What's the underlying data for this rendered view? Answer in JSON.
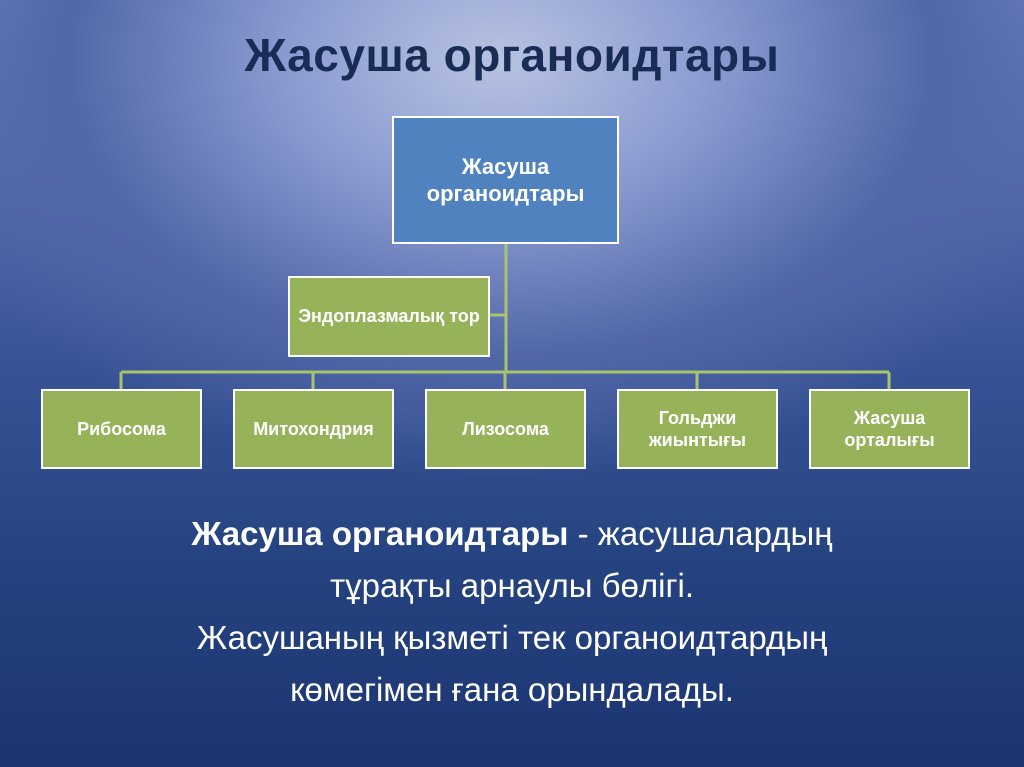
{
  "title": "Жасуша органоидтары",
  "diagram": {
    "root": "Жасуша органоидтары",
    "assistant": "Эндоплазмалық тор",
    "children": [
      "Рибосома",
      "Митохондрия",
      "Лизосома",
      "Гольджи жиынтығы",
      "Жасуша орталығы"
    ],
    "colors": {
      "root_fill": "#4f82bf",
      "node_fill": "#97b35a",
      "border": "#ffffff",
      "connector": "#a9c46b"
    }
  },
  "description": {
    "term": "Жасуша органоидтары",
    "line1_rest": " - жасушалардың",
    "line2": "тұрақты арнаулы бөлігі.",
    "line3": "Жасушаның қызметі тек органоидтардың",
    "line4": "көмегімен ғана орындалады."
  }
}
